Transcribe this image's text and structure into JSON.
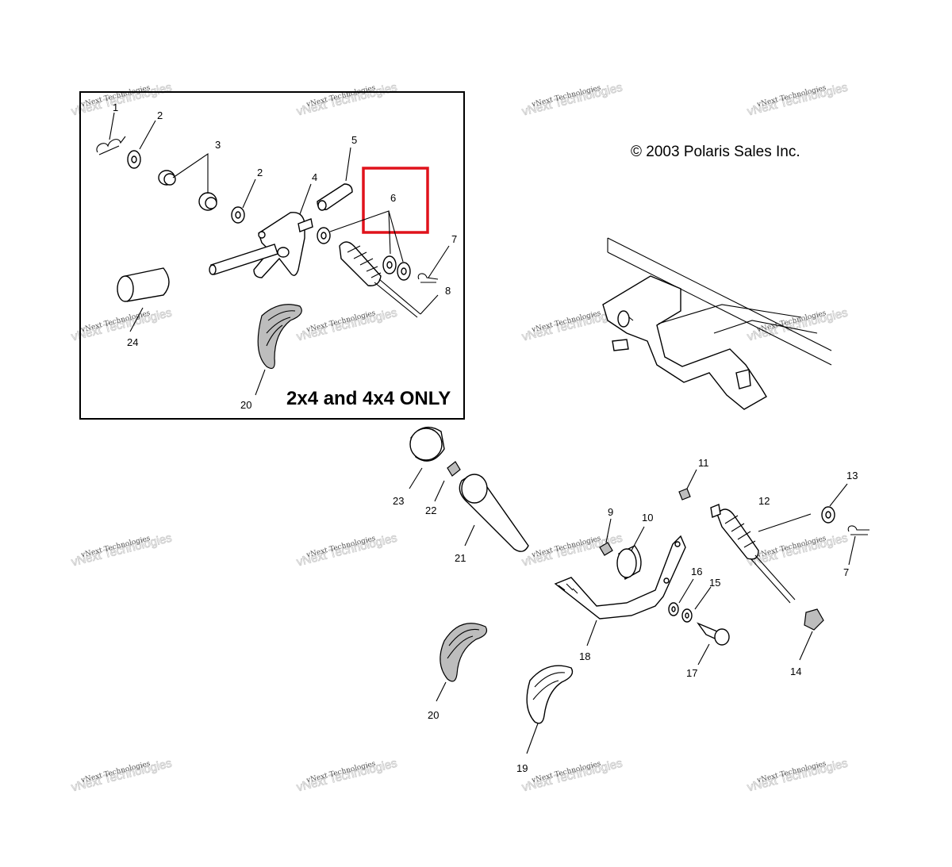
{
  "copyright": "© 2003 Polaris Sales Inc.",
  "inset_note": "2x4 and 4x4 ONLY",
  "watermark": {
    "line1": "vNext Technologies",
    "line2": "vNext Technologies"
  },
  "highlight_color": "#e0121b",
  "callouts": {
    "c1": "1",
    "c2a": "2",
    "c3": "3",
    "c2b": "2",
    "c4": "4",
    "c5": "5",
    "c6": "6",
    "c7a": "7",
    "c8": "8",
    "c24": "24",
    "c20a": "20",
    "c23": "23",
    "c22": "22",
    "c21": "21",
    "c11": "11",
    "c9": "9",
    "c10": "10",
    "c12": "12",
    "c13": "13",
    "c7b": "7",
    "c16": "16",
    "c15": "15",
    "c18": "18",
    "c17": "17",
    "c14": "14",
    "c20b": "20",
    "c19": "19"
  }
}
